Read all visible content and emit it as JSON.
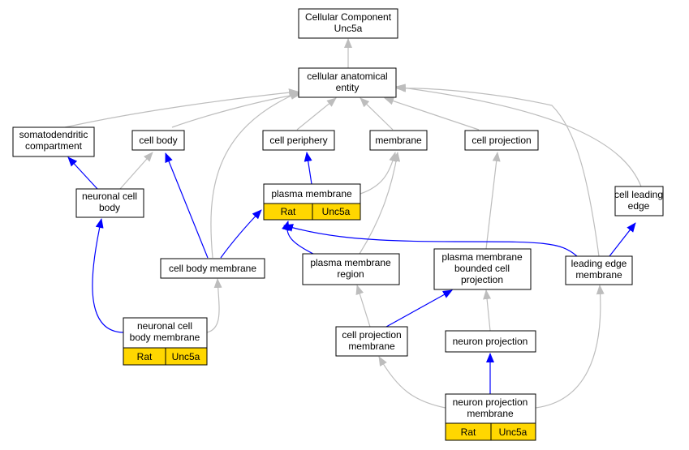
{
  "colors": {
    "gray_edge": "#bdbdbd",
    "blue_edge": "#0000ff",
    "annotation_fill": "#ffd700",
    "node_stroke": "#000000",
    "node_fill": "#ffffff"
  },
  "nodes": {
    "root": [
      "Cellular Component",
      "Unc5a"
    ],
    "cae": [
      "cellular anatomical",
      "entity"
    ],
    "soma": [
      "somatodendritic",
      "compartment"
    ],
    "cellbody": [
      "cell body"
    ],
    "periph": [
      "cell periphery"
    ],
    "membrane": [
      "membrane"
    ],
    "cellproj": [
      "cell projection"
    ],
    "pm": [
      "plasma membrane"
    ],
    "ncb": [
      "neuronal cell",
      "body"
    ],
    "cle": [
      "cell leading",
      "edge"
    ],
    "cbm": [
      "cell body membrane"
    ],
    "pmr": [
      "plasma membrane",
      "region"
    ],
    "pmbcp": [
      "plasma membrane",
      "bounded cell",
      "projection"
    ],
    "lem": [
      "leading edge",
      "membrane"
    ],
    "ncbm": [
      "neuronal cell",
      "body membrane"
    ],
    "cpm": [
      "cell projection",
      "membrane"
    ],
    "np": [
      "neuron projection"
    ],
    "npm": [
      "neuron projection",
      "membrane"
    ]
  },
  "annotations": {
    "pm": [
      "Rat",
      "Unc5a"
    ],
    "ncbm": [
      "Rat",
      "Unc5a"
    ],
    "npm": [
      "Rat",
      "Unc5a"
    ]
  }
}
